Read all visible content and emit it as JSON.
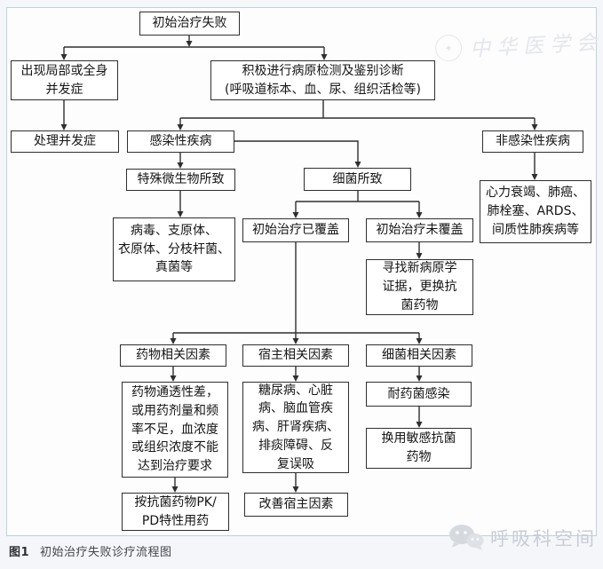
{
  "colors": {
    "page_background": "#f4f6fa",
    "canvas_background": "#fdfdfe",
    "frame_border": "#bdd3d9",
    "box_border": "#2f2f2f",
    "connector_line": "#2f2f2f",
    "watermark_gray": "#c9ced5"
  },
  "flowchart": {
    "nodes": {
      "initial_failure": {
        "text": "初始治疗失败"
      },
      "complications": {
        "text": "出现局部或全身\n并发症"
      },
      "pathogen_test": {
        "text": "积极进行病原检测及鉴别诊断\n(呼吸道标本、血、尿、组织活检等)"
      },
      "handle_complications": {
        "text": "处理并发症"
      },
      "infectious": {
        "text": "感染性疾病"
      },
      "non_infectious": {
        "text": "非感染性疾病"
      },
      "special_microbe": {
        "text": "特殊微生物所致"
      },
      "bacteria_caused": {
        "text": "细菌所致"
      },
      "non_infectious_detail": {
        "text": "心力衰竭、肺癌、\n肺栓塞、ARDS、\n间质性肺疾病等"
      },
      "covered": {
        "text": "初始治疗已覆盖"
      },
      "not_covered": {
        "text": "初始治疗未覆盖"
      },
      "virus_detail": {
        "text": "病毒、支原体、\n衣原体、分枝杆菌、\n真菌等"
      },
      "find_evidence": {
        "text": "寻找新病原学\n证据，更换抗\n菌药物"
      },
      "drug_factors": {
        "text": "药物相关因素"
      },
      "host_factors": {
        "text": "宿主相关因素"
      },
      "bacteria_factors": {
        "text": "细菌相关因素"
      },
      "drug_detail": {
        "text": "药物通透性差，\n或用药剂量和频\n率不足，血浓度\n或组织浓度不能\n达到治疗要求"
      },
      "host_detail": {
        "text": "糖尿病、心脏\n病、脑血管疾\n病、肝肾疾病、\n排痰障碍、反\n复误吸"
      },
      "resistant_infection": {
        "text": "耐药菌感染"
      },
      "switch_sensitive": {
        "text": "换用敏感抗菌\n药物"
      },
      "pk_pd": {
        "text": "按抗菌药物PK/\nPD特性用药"
      },
      "improve_host": {
        "text": "改善宿主因素"
      }
    }
  },
  "caption": {
    "label": "图1",
    "title": "初始治疗失败诊疗流程图"
  },
  "watermarks": {
    "top_right": {
      "text": "中华医学会"
    },
    "bottom_right": {
      "text": "呼吸科空间"
    }
  }
}
